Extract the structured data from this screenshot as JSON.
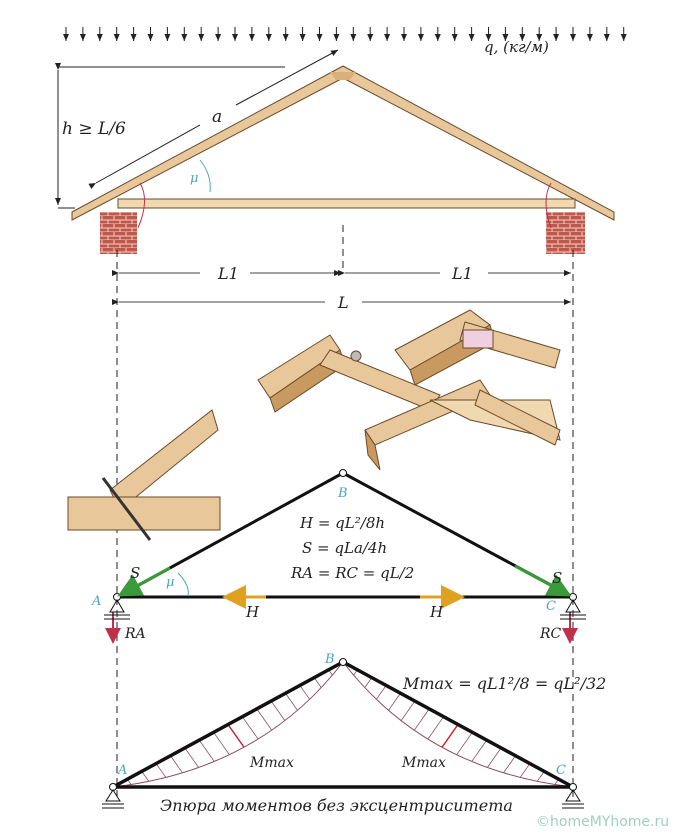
{
  "load_label": "q, (кг/м)",
  "height_label": "h ≥ L/6",
  "rafter_label": "a",
  "angle_label": "μ",
  "half_span_label": "L1",
  "span_label": "L",
  "truss": {
    "node_a": "A",
    "node_b": "B",
    "node_c": "C",
    "formula_h": "H = qL²/8h",
    "formula_s": "S = qLa/4h",
    "formula_r": "RA = RC = qL/2",
    "force_s": "S",
    "force_h": "H",
    "reaction_a": "RA",
    "reaction_c": "RC"
  },
  "moment": {
    "formula": "Mmax = qL1²/8 = qL²/32",
    "mmax_label": "Mmax",
    "caption": "Эпюра моментов без эксцентриситета"
  },
  "watermark": "©homeMYhome.ru",
  "colors": {
    "wood": "#e8c89a",
    "wood_dark": "#b88a55",
    "brick": "#c0574a",
    "accent_blue": "#4aa7c0",
    "green": "#3a9a3a",
    "orange": "#e0a020",
    "red": "#c0304a"
  }
}
